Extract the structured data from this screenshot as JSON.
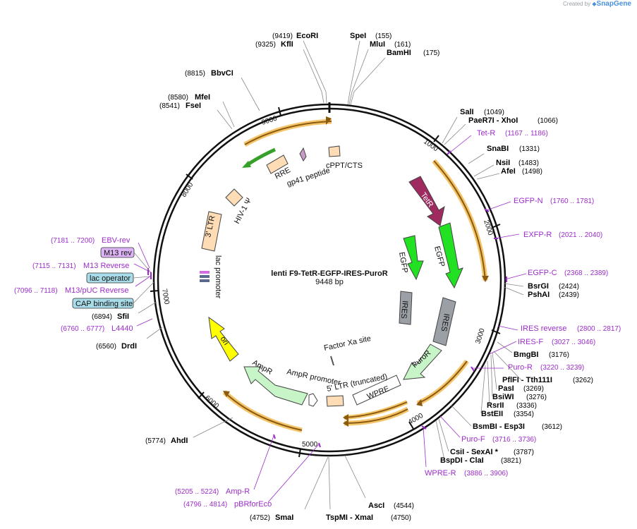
{
  "branding": {
    "created_by": "Created by",
    "product": "SnapGene"
  },
  "plasmid": {
    "name": "lenti F9-TetR-EGFP-IRES-PuroR",
    "size": "9448 bp"
  },
  "colors": {
    "backbone": "#111111",
    "enzyme": "#000000",
    "primer": "#9b2dc8",
    "orf_tetr": "#9e2a60",
    "orf_egfp": "#1ee81e",
    "orf_ires": "#9aa0a6",
    "orf_puror": "#c8f5c8",
    "orf_ori": "#ffff00",
    "orf_ampr": "#c8f5c8",
    "ltr": "#fddcb6",
    "arrow_highlight": "#f0c060"
  },
  "ticks": [
    "1000",
    "2000",
    "3000",
    "4000",
    "5000",
    "6000",
    "7000",
    "8000",
    "9000"
  ],
  "enzymes": [
    {
      "pos": "(9419)",
      "name": "EcoRI"
    },
    {
      "pos": "(9325)",
      "name": "KflI"
    },
    {
      "pos": "(155)",
      "name": "SpeI"
    },
    {
      "pos": "(161)",
      "name": "MluI"
    },
    {
      "pos": "(175)",
      "name": "BamHI"
    },
    {
      "pos": "(8815)",
      "name": "BbvCI"
    },
    {
      "pos": "(8580)",
      "name": "MfeI"
    },
    {
      "pos": "(8541)",
      "name": "FseI"
    },
    {
      "pos": "(1049)",
      "name": "SalI"
    },
    {
      "pos": "(1066)",
      "name": "PaeR7I  - XhoI"
    },
    {
      "pos": "(1331)",
      "name": "SnaBI"
    },
    {
      "pos": "(1483)",
      "name": "NsiI"
    },
    {
      "pos": "(1498)",
      "name": "AfeI"
    },
    {
      "pos": "(2424)",
      "name": "BsrGI"
    },
    {
      "pos": "(2439)",
      "name": "PshAI"
    },
    {
      "pos": "(3176)",
      "name": "BmgBI"
    },
    {
      "pos": "(3262)",
      "name": "PflFI  - Tth111I"
    },
    {
      "pos": "(3269)",
      "name": "PasI"
    },
    {
      "pos": "(3276)",
      "name": "BsiWI"
    },
    {
      "pos": "(3336)",
      "name": "RsrII"
    },
    {
      "pos": "(3354)",
      "name": "BstEII"
    },
    {
      "pos": "(3612)",
      "name": "BsmBI  - Esp3I"
    },
    {
      "pos": "(3787)",
      "name": "CsiI  - SexAI *"
    },
    {
      "pos": "(3821)",
      "name": "BspDI  - ClaI"
    },
    {
      "pos": "(4544)",
      "name": "AscI"
    },
    {
      "pos": "(4750)",
      "name": "TspMI  - XmaI"
    },
    {
      "pos": "(4752)",
      "name": "SmaI"
    },
    {
      "pos": "(5774)",
      "name": "AhdI"
    },
    {
      "pos": "(6560)",
      "name": "DrdI"
    },
    {
      "pos": "(6894)",
      "name": "SfiI"
    }
  ],
  "primers": [
    {
      "name": "Tet-R",
      "range": "(1167 .. 1186)"
    },
    {
      "name": "EGFP-N",
      "range": "(1760 .. 1781)"
    },
    {
      "name": "EXFP-R",
      "range": "(2021 .. 2040)"
    },
    {
      "name": "EGFP-C",
      "range": "(2368 .. 2389)"
    },
    {
      "name": "IRES reverse",
      "range": "(2800 .. 2817)"
    },
    {
      "name": "IRES-F",
      "range": "(3027 .. 3046)"
    },
    {
      "name": "Puro-R",
      "range": "(3220 .. 3239)"
    },
    {
      "name": "Puro-F",
      "range": "(3716 .. 3736)"
    },
    {
      "name": "WPRE-R",
      "range": "(3886 .. 3906)"
    },
    {
      "name": "Amp-R",
      "range": "(5205 .. 5224)"
    },
    {
      "name": "pBRforEco",
      "range": "(4796 .. 4814)"
    },
    {
      "name": "EBV-rev",
      "range": "(7181 .. 7200)"
    },
    {
      "name": "M13 Reverse",
      "range": "(7115 .. 7131)"
    },
    {
      "name": "M13/pUC Reverse",
      "range": "(7096 .. 7118)"
    },
    {
      "name": "L4440",
      "range": "(6760 .. 6777)"
    }
  ],
  "boxed_features": [
    "M13 rev",
    "lac operator",
    "CAP binding site"
  ],
  "features": [
    "TetR",
    "EGFP",
    "EGFP",
    "IRES",
    "IRES",
    "PuroR",
    "WPRE",
    "5' LTR (truncated)",
    "Factor Xa site",
    "AmpR promoter",
    "AmpR",
    "ori",
    "lac promoter",
    "3' LTR",
    "HIV-1 Ψ",
    "RRE",
    "gp41 peptide",
    "cPPT/CTS"
  ]
}
